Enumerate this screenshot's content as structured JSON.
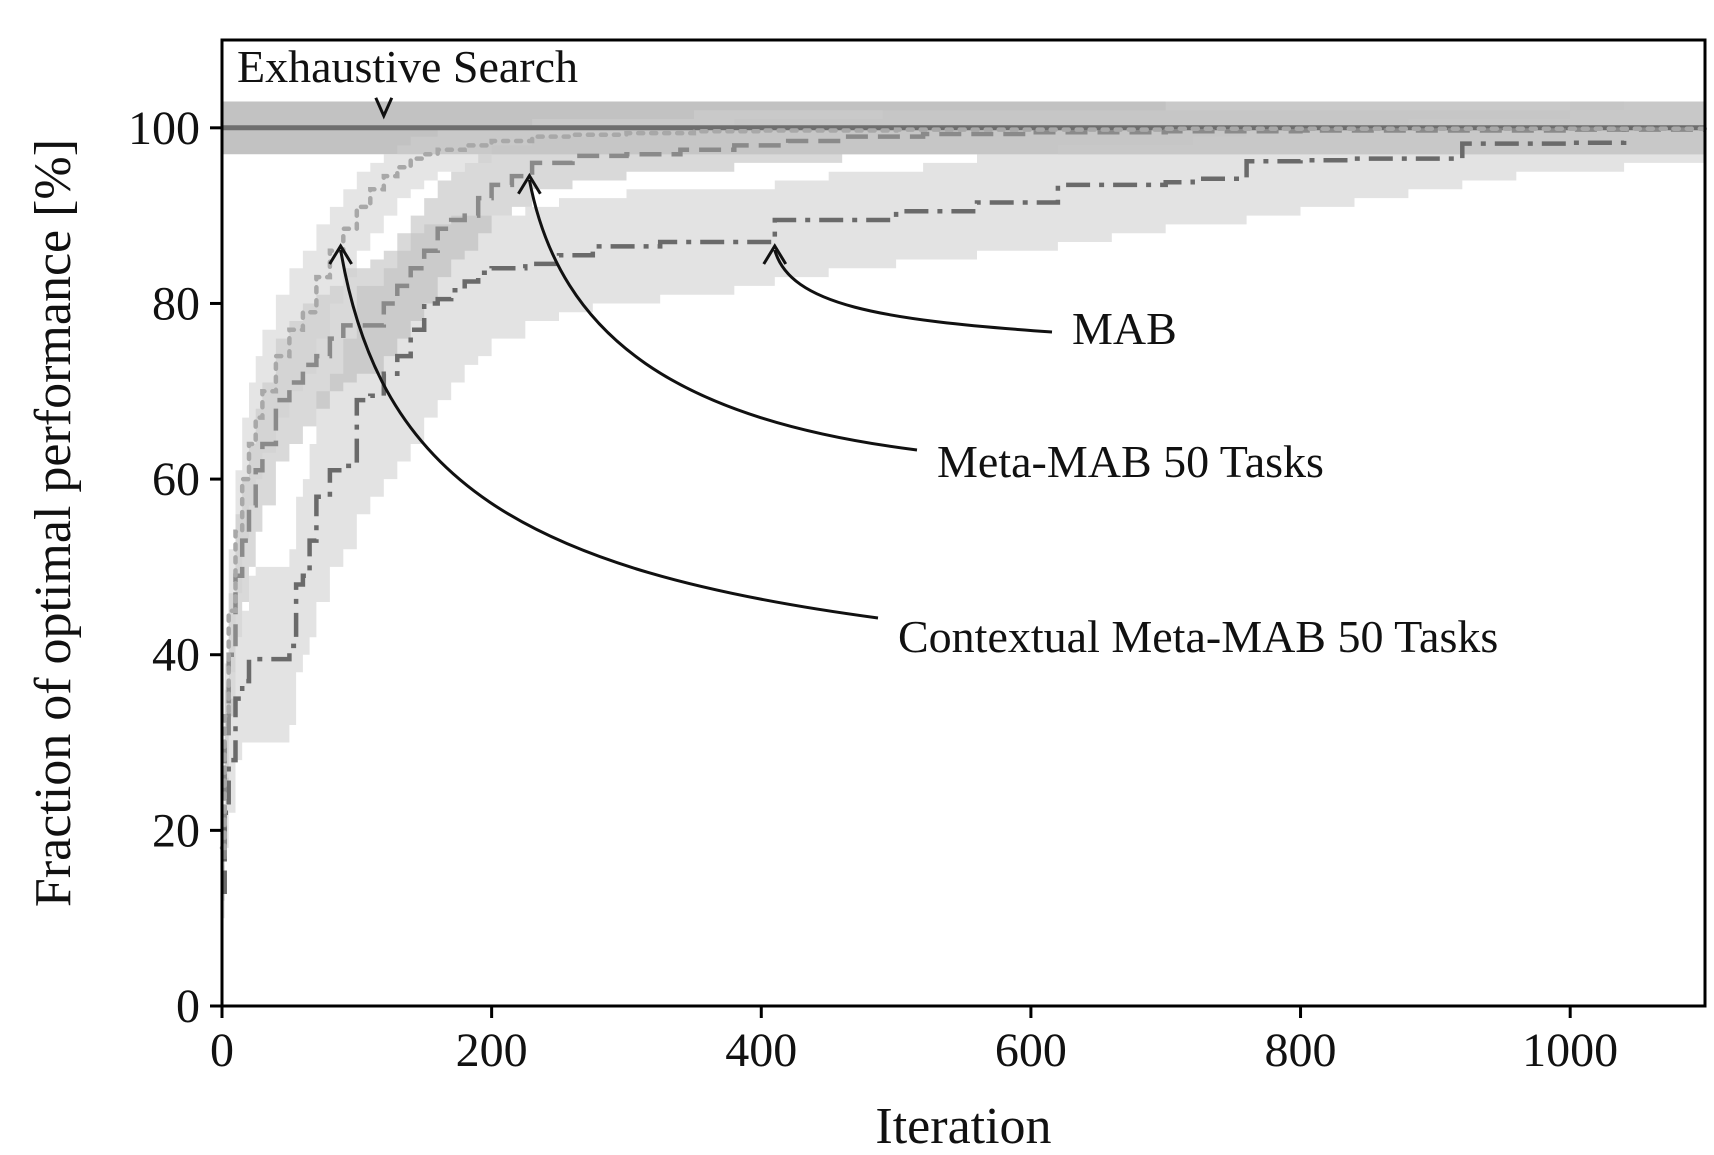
{
  "chart_data": {
    "type": "line",
    "title": "",
    "xlabel": "Iteration",
    "ylabel": "Fraction of optimal performance [%]",
    "xlim": [
      0,
      1100
    ],
    "ylim": [
      0,
      110
    ],
    "xticks": [
      "0",
      "200",
      "400",
      "600",
      "800",
      "1000"
    ],
    "yticks": [
      "0",
      "20",
      "40",
      "60",
      "80",
      "100"
    ],
    "grid": false,
    "legend": "none",
    "series": [
      {
        "name": "Exhaustive Search",
        "style": "solid",
        "color": "#6e6e6e",
        "x": [
          0,
          1100
        ],
        "y": [
          100,
          100
        ],
        "band_lo": [
          97,
          97
        ],
        "band_hi": [
          103,
          103
        ]
      },
      {
        "name": "MAB",
        "style": "dashdot",
        "color": "#6a6a6a",
        "x": [
          0,
          2,
          5,
          10,
          15,
          20,
          25,
          30,
          40,
          50,
          55,
          60,
          65,
          70,
          80,
          90,
          100,
          110,
          120,
          130,
          140,
          150,
          160,
          170,
          180,
          190,
          200,
          225,
          250,
          275,
          300,
          325,
          350,
          380,
          410,
          450,
          500,
          520,
          560,
          620,
          660,
          700,
          720,
          760,
          800,
          840,
          880,
          920,
          960,
          1000,
          1040,
          1100
        ],
        "y": [
          13,
          22,
          28,
          35,
          37,
          39.5,
          39.5,
          39.5,
          39.5,
          41,
          48,
          49,
          53,
          58,
          61,
          61.5,
          69,
          69.5,
          72,
          74,
          77,
          80,
          80.5,
          81.5,
          82.5,
          83.5,
          84,
          84.5,
          85.5,
          86.5,
          86.5,
          87,
          87,
          87,
          89.5,
          89.5,
          90.5,
          90.5,
          91.5,
          93.5,
          93.5,
          93.8,
          94.2,
          96.2,
          96.3,
          96.5,
          96.5,
          98.2,
          98.2,
          98.3,
          100,
          100
        ],
        "band_lo": [
          10,
          18,
          22,
          28,
          30,
          30,
          30,
          30,
          30,
          32,
          38,
          40,
          42,
          46,
          50,
          52,
          56,
          58,
          60,
          62,
          64,
          67,
          69,
          71,
          73,
          74,
          76,
          78,
          79,
          80,
          80,
          81,
          81,
          82,
          83,
          84,
          85,
          85,
          86,
          87,
          88,
          89,
          89,
          90,
          91,
          92,
          93,
          94,
          95,
          95,
          96,
          97
        ],
        "band_hi": [
          16,
          26,
          35,
          42,
          45,
          49,
          50,
          50,
          50,
          52,
          58,
          60,
          64,
          70,
          72,
          76,
          82,
          82,
          84,
          86,
          88,
          89,
          89,
          90,
          90,
          90,
          90,
          91,
          92,
          92,
          93,
          93,
          93,
          93,
          94,
          95,
          95,
          96,
          97,
          98,
          98,
          98,
          99,
          100,
          100,
          100,
          101,
          101,
          101,
          102,
          103,
          103
        ]
      },
      {
        "name": "Meta-MAB 50 Tasks",
        "style": "dashed",
        "color": "#8a8a8a",
        "x": [
          0,
          2,
          5,
          10,
          15,
          20,
          25,
          30,
          40,
          50,
          60,
          70,
          80,
          90,
          100,
          110,
          120,
          130,
          140,
          150,
          160,
          170,
          180,
          190,
          200,
          215,
          230,
          260,
          300,
          340,
          380,
          420,
          460,
          490,
          520,
          600,
          700,
          800,
          1000,
          1100
        ],
        "y": [
          17,
          30,
          40,
          49,
          53,
          57,
          61,
          64,
          69,
          71,
          73,
          74,
          76,
          77.5,
          77.5,
          77.5,
          80,
          82,
          84,
          86,
          88.5,
          89.5,
          90,
          92,
          93.5,
          94.5,
          96,
          96.8,
          97,
          97.5,
          98,
          98.5,
          99,
          99,
          99.3,
          99.5,
          99.6,
          99.7,
          99.8,
          99.8
        ],
        "band_lo": [
          12,
          24,
          33,
          42,
          46,
          50,
          54,
          57,
          62,
          64,
          66,
          68,
          70,
          71,
          72,
          72,
          74,
          76,
          78,
          80,
          83,
          85,
          86,
          88,
          90,
          91,
          93,
          94,
          95,
          95,
          96,
          96,
          97,
          97,
          97,
          97,
          97,
          97,
          97,
          97
        ],
        "band_hi": [
          22,
          36,
          47,
          56,
          60,
          64,
          68,
          71,
          76,
          78,
          80,
          81,
          82,
          84,
          84,
          85,
          86,
          88,
          90,
          92,
          94,
          95,
          96,
          97,
          98,
          98,
          99,
          99,
          100,
          100,
          101,
          101,
          101,
          102,
          102,
          102,
          102,
          102,
          103,
          103
        ]
      },
      {
        "name": "Contextual Meta-MAB 50 Tasks",
        "style": "dotted",
        "color": "#a8a8a8",
        "x": [
          0,
          2,
          5,
          10,
          15,
          20,
          25,
          30,
          40,
          50,
          60,
          70,
          80,
          90,
          100,
          110,
          120,
          130,
          140,
          150,
          160,
          180,
          200,
          230,
          260,
          300,
          350,
          400,
          500,
          700,
          1100
        ],
        "y": [
          18,
          33,
          45,
          54,
          60,
          64,
          67,
          70,
          74,
          77,
          79,
          83,
          86,
          88.5,
          91,
          93,
          94.5,
          95.5,
          96.5,
          97,
          97.5,
          98,
          98.5,
          99,
          99.2,
          99.4,
          99.6,
          99.7,
          99.8,
          99.9,
          99.9
        ],
        "band_lo": [
          13,
          27,
          38,
          47,
          53,
          57,
          60,
          63,
          67,
          70,
          72,
          76,
          80,
          83,
          86,
          88,
          90,
          92,
          93,
          94,
          95,
          96,
          97,
          97,
          97,
          97,
          97,
          97,
          97,
          97,
          97
        ],
        "band_hi": [
          23,
          39,
          52,
          61,
          67,
          71,
          74,
          77,
          81,
          84,
          86,
          89,
          91,
          93,
          95,
          96,
          97,
          98,
          99,
          99,
          100,
          100,
          100,
          101,
          101,
          101,
          102,
          102,
          102,
          103,
          103
        ]
      }
    ],
    "annotations": [
      {
        "text": "Exhaustive Search",
        "target": [
          120,
          100
        ]
      },
      {
        "text": "MAB",
        "target": [
          410,
          87
        ]
      },
      {
        "text": "Meta-MAB 50 Tasks",
        "target": [
          228,
          95
        ]
      },
      {
        "text": "Contextual Meta-MAB 50 Tasks",
        "target": [
          88,
          87
        ]
      }
    ]
  }
}
